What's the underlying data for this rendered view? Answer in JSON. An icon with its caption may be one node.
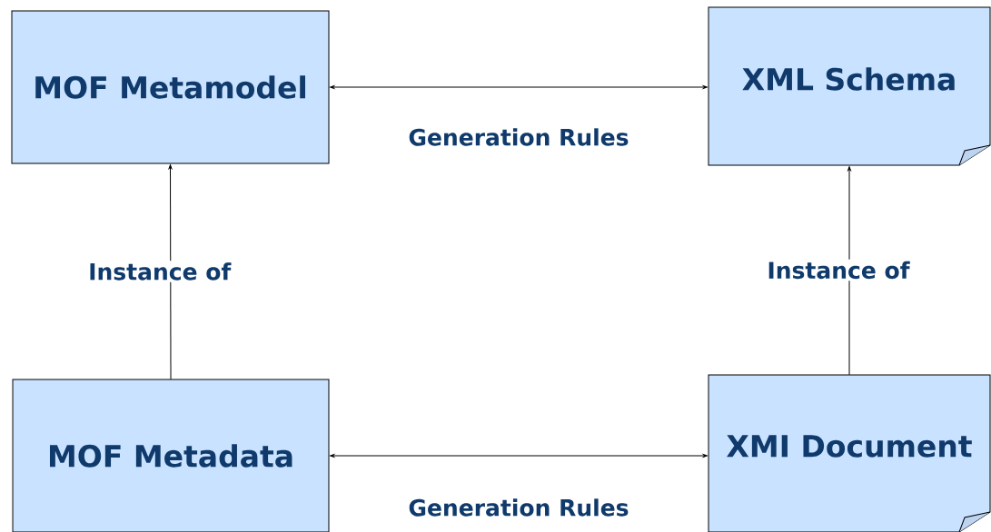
{
  "diagram": {
    "nodes": [
      {
        "text": [
          "MOF Metamodel"
        ]
      },
      {
        "text": [
          "XML Schema"
        ]
      },
      {
        "text": [
          "MOF Metadata"
        ]
      },
      {
        "text": [
          "XMI Document"
        ]
      }
    ],
    "edges": [
      {
        "from": 0,
        "to": 1,
        "arrow": "both",
        "label": "Generation Rules"
      },
      {
        "from": 2,
        "to": 0,
        "arrow": "to",
        "label": "Instance of"
      },
      {
        "from": 3,
        "to": 1,
        "arrow": "to",
        "label": "Instance of"
      },
      {
        "from": 2,
        "to": 3,
        "arrow": "both",
        "label": "Generation Rules"
      }
    ]
  }
}
